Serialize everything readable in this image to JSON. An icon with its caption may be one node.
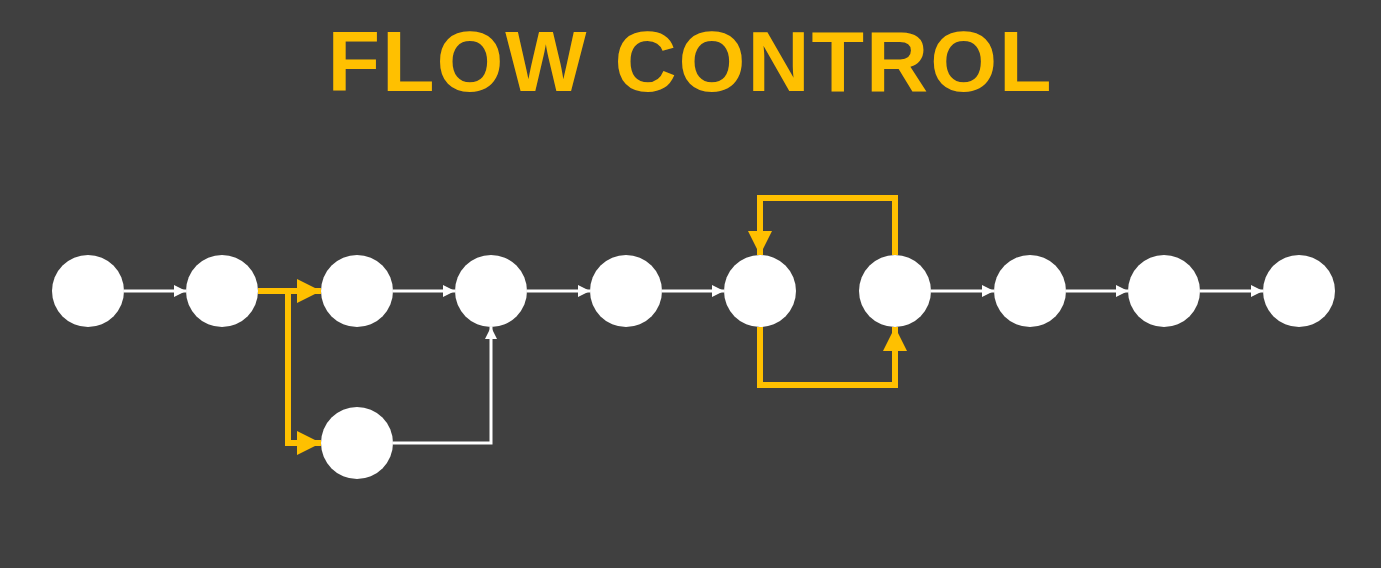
{
  "diagram": {
    "title": "FLOW CONTROL",
    "nodes": [
      {
        "text": [],
        "shape": "circle"
      },
      {
        "text": [],
        "shape": "circle"
      },
      {
        "text": [],
        "shape": "circle"
      },
      {
        "text": [],
        "shape": "circle"
      },
      {
        "text": [],
        "shape": "circle"
      },
      {
        "text": [],
        "shape": "circle"
      },
      {
        "text": [],
        "shape": "circle"
      },
      {
        "text": [],
        "shape": "circle"
      },
      {
        "text": [],
        "shape": "circle"
      },
      {
        "text": [],
        "shape": "circle"
      },
      {
        "text": [],
        "shape": "circle"
      }
    ],
    "edges": [
      {
        "from": 0,
        "to": 1,
        "arrow": "to"
      },
      {
        "from": 1,
        "to": 2,
        "arrow": "to",
        "style": "thick",
        "color": "#ffc000"
      },
      {
        "from": 1,
        "to": 10,
        "arrow": "to",
        "style": "thick",
        "color": "#ffc000"
      },
      {
        "from": 2,
        "to": 3,
        "arrow": "to"
      },
      {
        "from": 10,
        "to": 3,
        "arrow": "to"
      },
      {
        "from": 3,
        "to": 4,
        "arrow": "to"
      },
      {
        "from": 4,
        "to": 5,
        "arrow": "to"
      },
      {
        "from": 5,
        "to": 6,
        "arrow": "to",
        "style": "thick",
        "color": "#ffc000"
      },
      {
        "from": 6,
        "to": 5,
        "arrow": "to",
        "style": "thick",
        "color": "#ffc000"
      },
      {
        "from": 6,
        "to": 7,
        "arrow": "to"
      },
      {
        "from": 7,
        "to": 8,
        "arrow": "to"
      },
      {
        "from": 8,
        "to": 9,
        "arrow": "to"
      }
    ]
  }
}
